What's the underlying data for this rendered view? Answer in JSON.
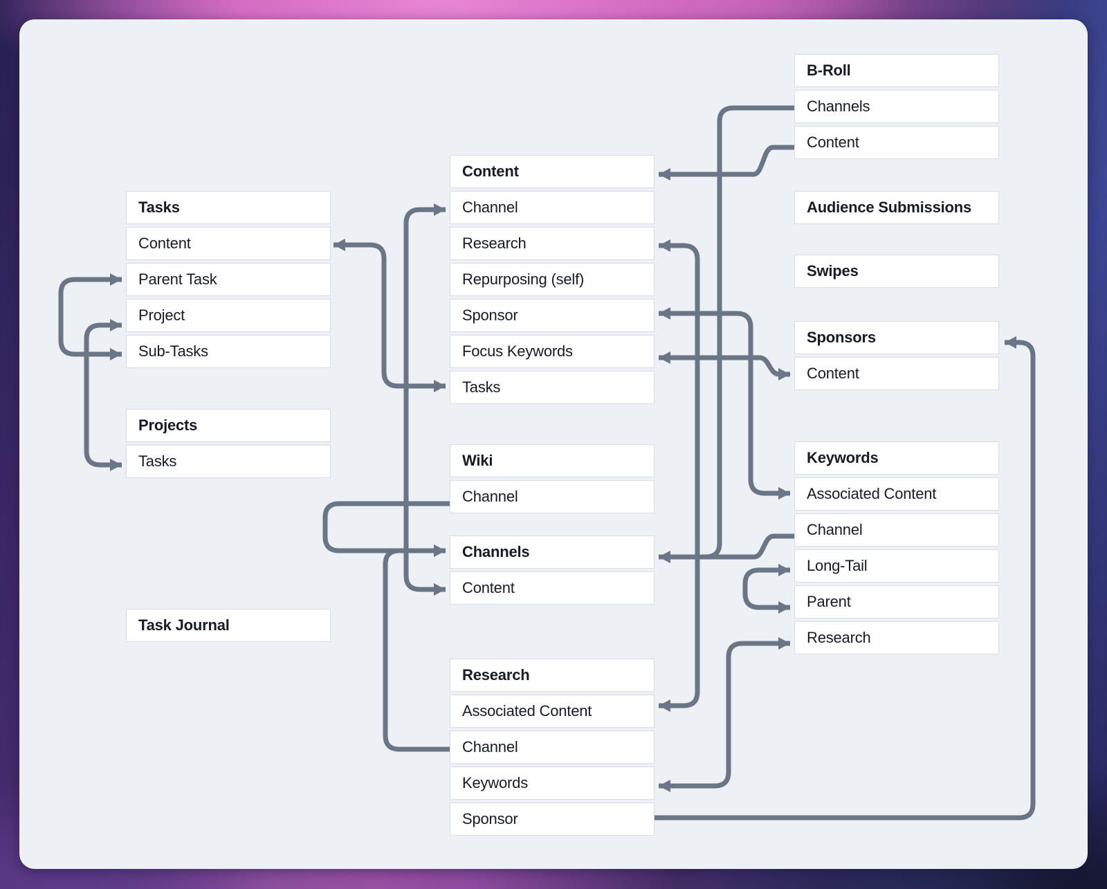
{
  "colors": {
    "panel_background": "#edf0f5",
    "box_background": "#ffffff",
    "box_border": "#d6dce7",
    "text": "#171b26",
    "connector": "#6a7585",
    "frame_gradient": [
      "#262052",
      "#d36cc2",
      "#8d4a9f",
      "#432c64",
      "#3e4795",
      "#15172f"
    ]
  },
  "boxes": [
    {
      "id": "tasks",
      "title": "Tasks",
      "rows": [
        "Content",
        "Parent Task",
        "Project",
        "Sub-Tasks"
      ]
    },
    {
      "id": "projects",
      "title": "Projects",
      "rows": [
        "Tasks"
      ]
    },
    {
      "id": "task-journal",
      "title": "Task Journal",
      "rows": []
    },
    {
      "id": "content",
      "title": "Content",
      "rows": [
        "Channel",
        "Research",
        "Repurposing (self)",
        "Sponsor",
        "Focus Keywords",
        "Tasks"
      ]
    },
    {
      "id": "wiki",
      "title": "Wiki",
      "rows": [
        "Channel"
      ]
    },
    {
      "id": "channels",
      "title": "Channels",
      "rows": [
        "Content"
      ]
    },
    {
      "id": "research",
      "title": "Research",
      "rows": [
        "Associated Content",
        "Channel",
        "Keywords",
        "Sponsor"
      ]
    },
    {
      "id": "b-roll",
      "title": "B-Roll",
      "rows": [
        "Channels",
        "Content"
      ]
    },
    {
      "id": "audience-submissions",
      "title": "Audience Submissions",
      "rows": []
    },
    {
      "id": "swipes",
      "title": "Swipes",
      "rows": []
    },
    {
      "id": "sponsors",
      "title": "Sponsors",
      "rows": [
        "Content"
      ]
    },
    {
      "id": "keywords",
      "title": "Keywords",
      "rows": [
        "Associated Content",
        "Channel",
        "Long-Tail",
        "Parent",
        "Research"
      ]
    }
  ],
  "connectors": [
    {
      "id": "c1",
      "from": "tasks.Parent Task",
      "to": "tasks.Sub-Tasks",
      "heads": "both"
    },
    {
      "id": "c2",
      "from": "tasks.Project",
      "to": "projects.Tasks",
      "heads": "both"
    },
    {
      "id": "c3",
      "from": "tasks.Content",
      "to": "content.Tasks",
      "heads": "both"
    },
    {
      "id": "c4",
      "from": "content.Channel",
      "to": "channels.Content",
      "heads": "both"
    },
    {
      "id": "c5",
      "from": "wiki.Channel",
      "to": "channels",
      "heads": "end"
    },
    {
      "id": "c6",
      "from": "research.Channel",
      "to": "channels",
      "heads": "end"
    },
    {
      "id": "c7",
      "from": "b-roll.Channels",
      "to": "channels",
      "heads": "end"
    },
    {
      "id": "c8",
      "from": "keywords.Channel",
      "to": "channels",
      "heads": "end"
    },
    {
      "id": "c9",
      "from": "b-roll.Content",
      "to": "content",
      "heads": "end"
    },
    {
      "id": "c10",
      "from": "content.Research",
      "to": "research.Associated Content",
      "heads": "both"
    },
    {
      "id": "c11",
      "from": "content.Sponsor",
      "to": "keywords.Associated Content",
      "heads": "both"
    },
    {
      "id": "c12",
      "from": "content.Focus Keywords",
      "to": "sponsors.Content",
      "heads": "both"
    },
    {
      "id": "c13",
      "from": "keywords.Long-Tail",
      "to": "keywords.Parent",
      "heads": "both"
    },
    {
      "id": "c14",
      "from": "keywords.Research",
      "to": "research.Keywords",
      "heads": "both"
    },
    {
      "id": "c15",
      "from": "research.Sponsor",
      "to": "sponsors",
      "heads": "end"
    }
  ]
}
